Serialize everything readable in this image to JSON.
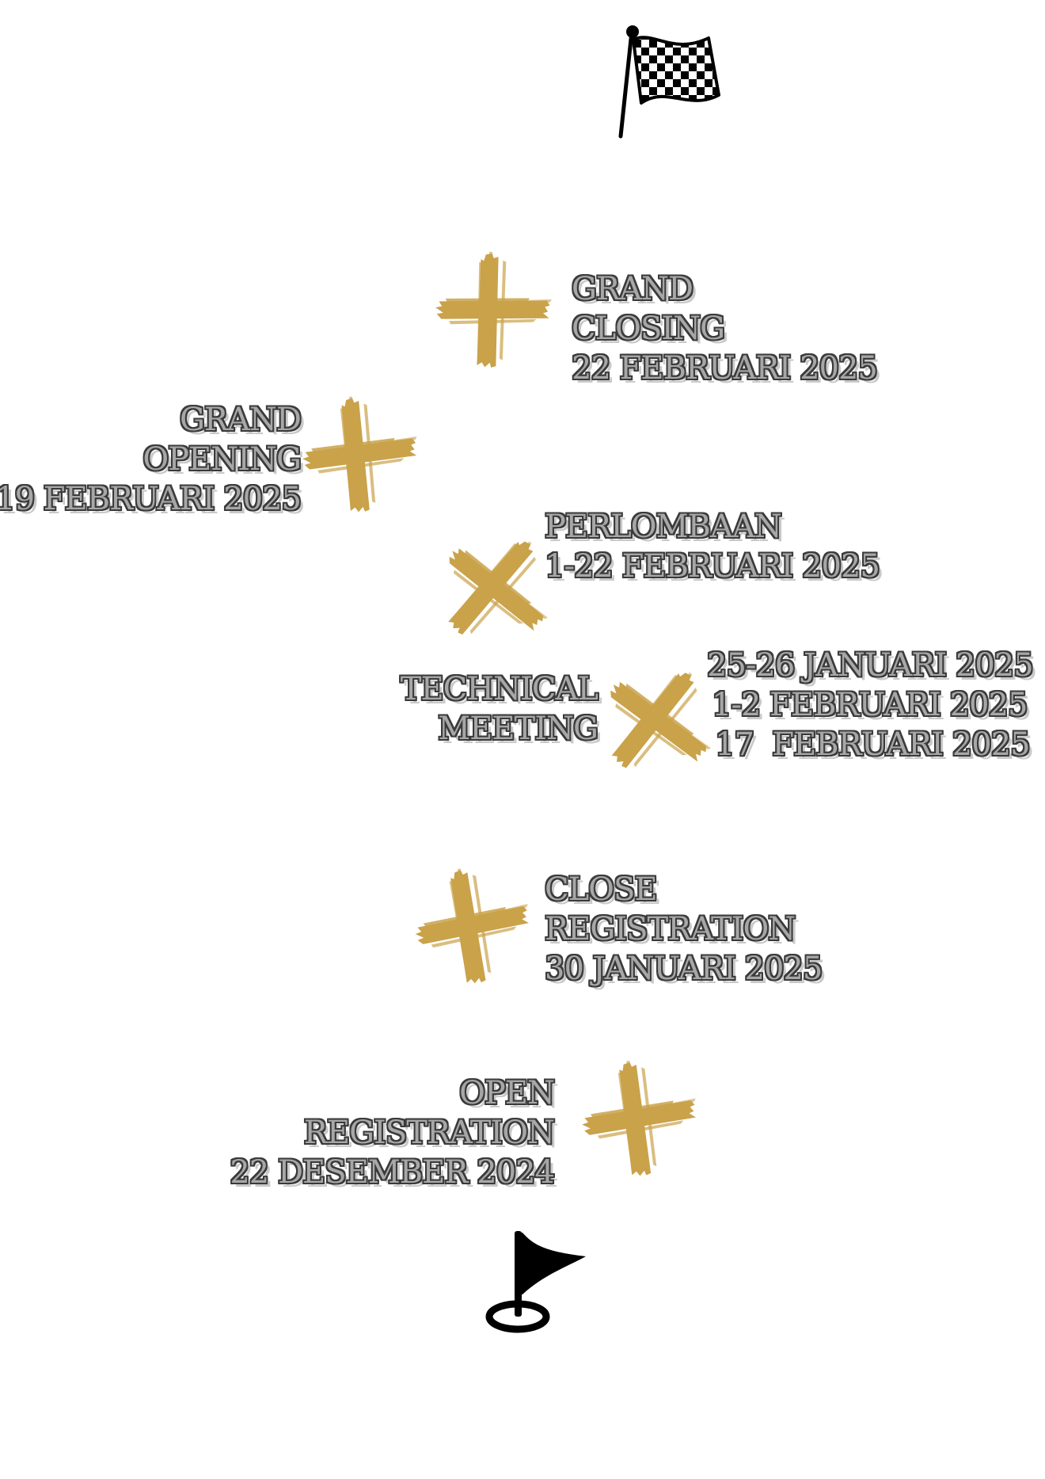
{
  "colors": {
    "background": "#ffffff",
    "cross_mark": "#C9A24A",
    "label_fill": "#a7a7a7",
    "label_outline": "#3a3a3a",
    "icon": "#000000"
  },
  "icons": {
    "top": "checkered-flag-icon",
    "bottom": "golf-hole-flag-icon",
    "markers": "brush-cross-mark-icon"
  },
  "timeline": {
    "grand_closing": {
      "line1": "GRAND",
      "line2": "CLOSING",
      "line3": "22 FEBRUARI 2025"
    },
    "grand_opening": {
      "line1": "GRAND",
      "line2": "OPENING",
      "line3": "19 FEBRUARI 2025"
    },
    "perlombaan": {
      "line1": "PERLOMBAAN",
      "line2": "1-22 FEBRUARI 2025"
    },
    "technical_meeting": {
      "title_line1": "TECHNICAL",
      "title_line2": "MEETING",
      "date1": "25-26 JANUARI 2025",
      "date2": "1-2 FEBRUARI 2025",
      "date3": "17  FEBRUARI 2025"
    },
    "close_registration": {
      "line1": "CLOSE",
      "line2": "REGISTRATION",
      "line3": "30 JANUARI 2025"
    },
    "open_registration": {
      "line1": "OPEN",
      "line2": "REGISTRATION",
      "line3": "22 DESEMBER 2024"
    }
  }
}
